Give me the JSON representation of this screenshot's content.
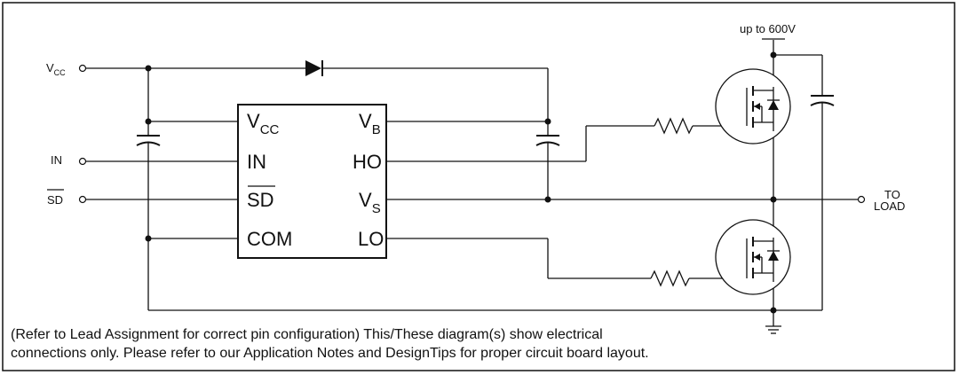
{
  "inputs": {
    "vcc_label": "V",
    "vcc_sub": "CC",
    "in_label": "IN",
    "sd_label": "SD"
  },
  "ic": {
    "left_pins": [
      {
        "label": "V",
        "sub": "CC"
      },
      {
        "label": "IN",
        "sub": ""
      },
      {
        "label": "SD",
        "sub": ""
      },
      {
        "label": "COM",
        "sub": ""
      }
    ],
    "right_pins": [
      {
        "label": "V",
        "sub": "B"
      },
      {
        "label": "HO",
        "sub": ""
      },
      {
        "label": "V",
        "sub": "S"
      },
      {
        "label": "LO",
        "sub": ""
      }
    ]
  },
  "supply_label": "up to 600V",
  "output_label": [
    "TO",
    "LOAD"
  ],
  "note": [
    "(Refer to Lead Assignment for correct pin configuration) This/These diagram(s) show electrical",
    "connections only.  Please refer to our Application Notes and DesignTips for proper circuit board layout."
  ]
}
